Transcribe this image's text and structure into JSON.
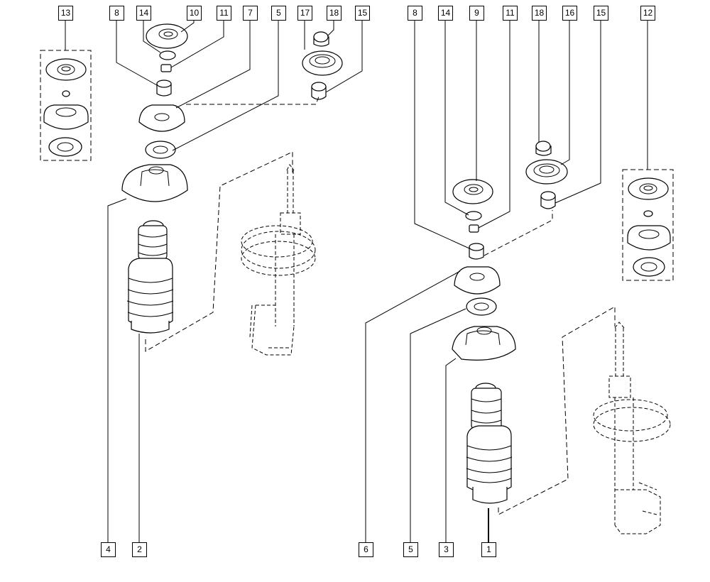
{
  "callouts": {
    "c13": "13",
    "c8a": "8",
    "c14a": "14",
    "c10": "10",
    "c11a": "11",
    "c7": "7",
    "c5a": "5",
    "c17": "17",
    "c18a": "18",
    "c15a": "15",
    "c8b": "8",
    "c14b": "14",
    "c9": "9",
    "c11b": "11",
    "c18b": "18",
    "c16": "16",
    "c15b": "15",
    "c12": "12",
    "c4": "4",
    "c2": "2",
    "c6": "6",
    "c5b": "5",
    "c3": "3",
    "c1": "1"
  }
}
